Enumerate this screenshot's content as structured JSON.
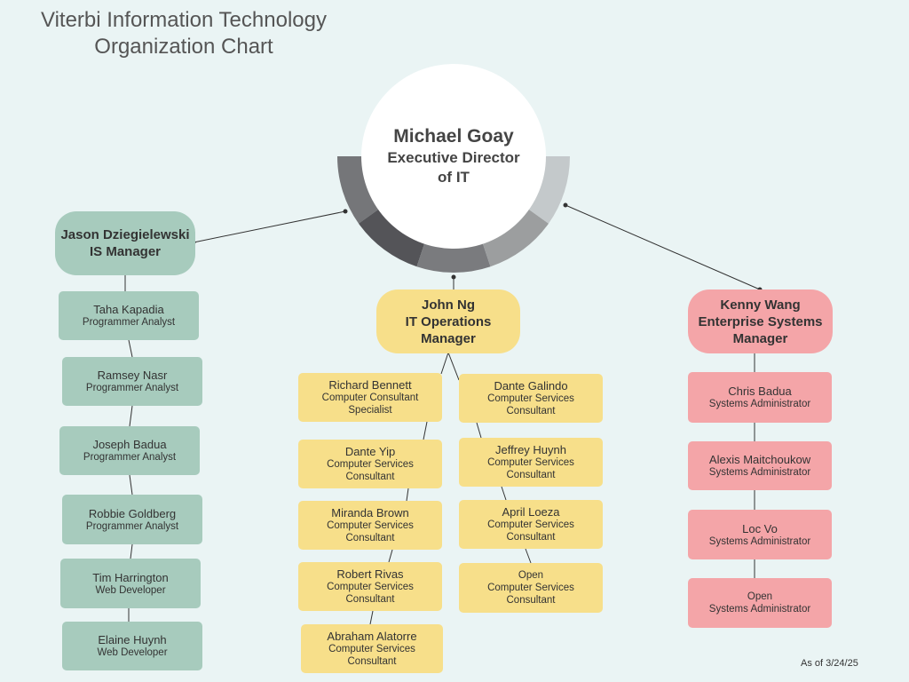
{
  "title": {
    "line1": "Viterbi Information Technology",
    "line2": "Organization Chart"
  },
  "director": {
    "name": "Michael Goay",
    "role_line1": "Executive Director",
    "role_line2": "of IT"
  },
  "managers": {
    "left": {
      "name": "Jason Dziegielewski",
      "role": "IS Manager"
    },
    "center": {
      "name": "John Ng",
      "role_line1": "IT Operations",
      "role_line2": "Manager"
    },
    "right": {
      "name": "Kenny Wang",
      "role_line1": "Enterprise Systems",
      "role_line2": "Manager"
    }
  },
  "left_team": [
    {
      "name": "Taha Kapadia",
      "role": "Programmer Analyst"
    },
    {
      "name": "Ramsey Nasr",
      "role": "Programmer Analyst"
    },
    {
      "name": "Joseph Badua",
      "role": "Programmer Analyst"
    },
    {
      "name": "Robbie Goldberg",
      "role": "Programmer Analyst"
    },
    {
      "name": "Tim Harrington",
      "role": "Web Developer"
    },
    {
      "name": "Elaine Huynh",
      "role": "Web Developer"
    }
  ],
  "center_left_team": [
    {
      "name": "Richard Bennett",
      "role_line1": "Computer Consultant",
      "role_line2": "Specialist"
    },
    {
      "name": "Dante Yip",
      "role_line1": "Computer Services",
      "role_line2": "Consultant"
    },
    {
      "name": "Miranda Brown",
      "role_line1": "Computer Services",
      "role_line2": "Consultant"
    },
    {
      "name": "Robert Rivas",
      "role_line1": "Computer Services",
      "role_line2": "Consultant"
    },
    {
      "name": "Abraham Alatorre",
      "role_line1": "Computer Services",
      "role_line2": "Consultant"
    }
  ],
  "center_right_team": [
    {
      "name": "Dante Galindo",
      "role_line1": "Computer Services",
      "role_line2": "Consultant"
    },
    {
      "name": "Jeffrey Huynh",
      "role_line1": "Computer Services",
      "role_line2": "Consultant"
    },
    {
      "name": "April Loeza",
      "role_line1": "Computer Services",
      "role_line2": "Consultant"
    },
    {
      "name": "Open",
      "role_line1": "Computer Services",
      "role_line2": "Consultant"
    }
  ],
  "right_team": [
    {
      "name": "Chris Badua",
      "role": "Systems Administrator"
    },
    {
      "name": "Alexis Maitchoukow",
      "role": "Systems Administrator"
    },
    {
      "name": "Loc Vo",
      "role": "Systems Administrator"
    },
    {
      "name": "Open",
      "role": "Systems Administrator"
    }
  ],
  "footer_note": "As of 3/24/25",
  "colors": {
    "background": "#eaf4f4",
    "green": "#a7cbbd",
    "yellow": "#f7df8a",
    "pink": "#f4a5a8"
  }
}
